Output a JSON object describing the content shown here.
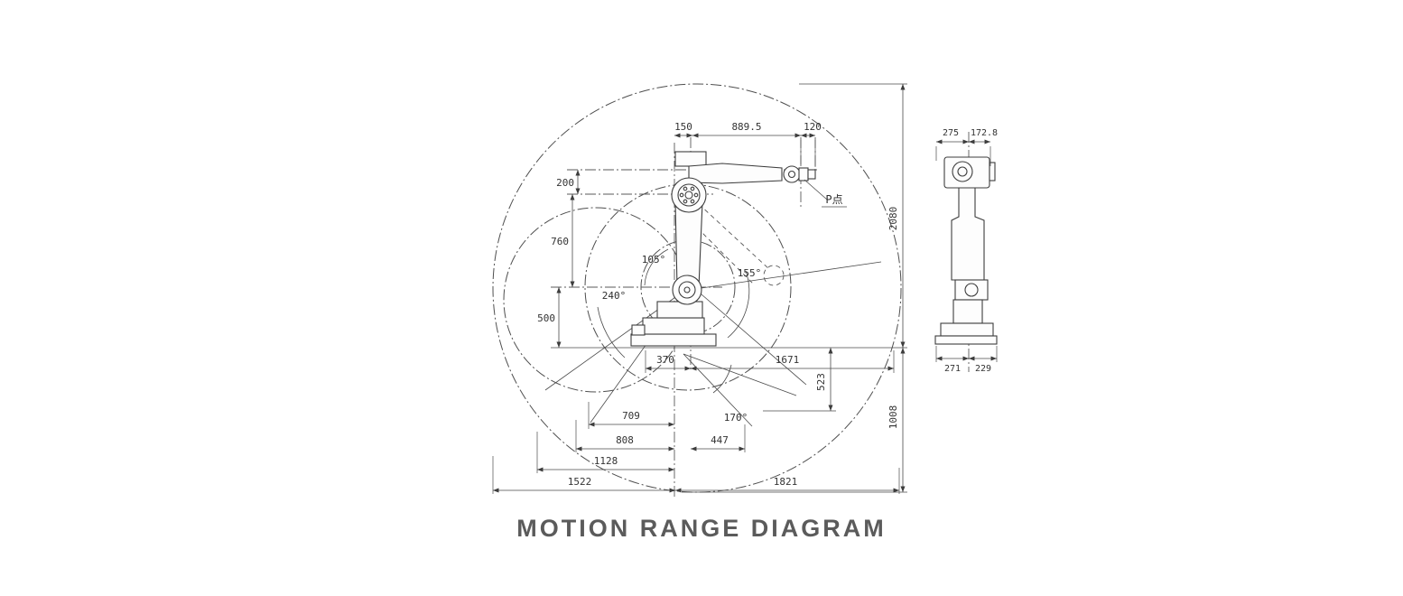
{
  "title": "MOTION RANGE DIAGRAM",
  "front_view": {
    "dims": {
      "d150": "150",
      "d889_5": "889.5",
      "d120": "120",
      "d200": "200",
      "d760": "760",
      "d500": "500",
      "d2080": "2080",
      "d1008": "1008",
      "d523": "523",
      "d370": "370",
      "d1671": "1671",
      "d709": "709",
      "d808": "808",
      "d447": "447",
      "d1128": "1128",
      "d1522": "1522",
      "d1821": "1821"
    },
    "angles": {
      "a105": "105°",
      "a155": "155°",
      "a240": "240°",
      "a170": "170°"
    },
    "labels": {
      "p_point": "P点"
    }
  },
  "side_view": {
    "dims": {
      "d275": "275",
      "d172_8": "172.8",
      "d271": "271",
      "d229": "229"
    }
  }
}
